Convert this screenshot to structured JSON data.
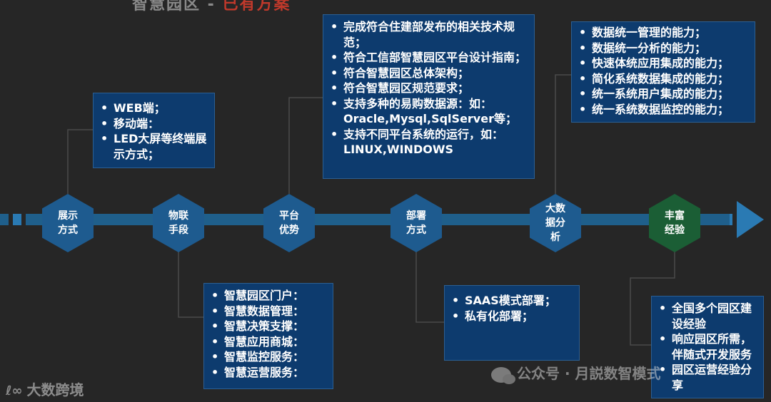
{
  "title": {
    "prefix": "智慧园区 - ",
    "suffix": "已有方案"
  },
  "nodes": [
    {
      "label": "展示\n方式",
      "theme": "blue"
    },
    {
      "label": "物联\n手段",
      "theme": "blue"
    },
    {
      "label": "平台\n优势",
      "theme": "blue"
    },
    {
      "label": "部署\n方式",
      "theme": "blue"
    },
    {
      "label": "大数\n据分\n析",
      "theme": "blue"
    },
    {
      "label": "丰富\n经验",
      "theme": "green"
    }
  ],
  "boxes": {
    "display": {
      "items": [
        "WEB端；",
        "移动端：",
        "LED大屏等终端展示方式；"
      ]
    },
    "iot": {
      "items": [
        "智慧园区门户：",
        "智慧数据管理：",
        "智慧决策支撑：",
        "智慧应用商城：",
        "智慧监控服务：",
        "智慧运营服务："
      ]
    },
    "platform": {
      "items": [
        "完成符合住建部发布的相关技术规范；",
        "符合工信部智慧园区平台设计指南；",
        "符合智慧园区总体架构；",
        "符合智慧园区规范要求；",
        "支持多种的易购数据源：如：Oracle,Mysql,SqlServer等；",
        "支持不同平台系统的运行，如：LINUX,WINDOWS"
      ]
    },
    "deploy": {
      "items": [
        "SAAS模式部署；",
        "私有化部署；"
      ]
    },
    "bigdata": {
      "items": [
        "数据统一管理的能力；",
        "数据统一分析的能力；",
        "快速体统应用集成的能力；",
        "简化系统数据集成的能力；",
        "统一系统用户集成的能力；",
        "统一系统数据监控的能力；"
      ]
    },
    "experience": {
      "items": [
        "全国多个园区建设经验",
        "响应园区所需，伴随式开发服务",
        "园区运营经验分享"
      ]
    }
  },
  "watermarks": {
    "logo_text": "大数跨境",
    "wechat_text": "公众号 · 月説数智模式"
  },
  "colors": {
    "background": "#262626",
    "node_blue": "#1e5b8f",
    "node_green": "#1b5e35",
    "box": "#0d3b6e",
    "axis": "#2a7ab3",
    "title_accent": "#c0392b"
  }
}
